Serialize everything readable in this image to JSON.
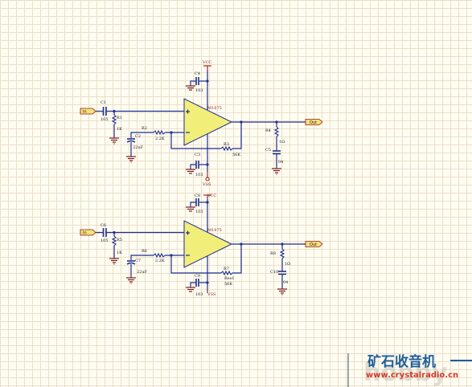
{
  "sheet": {
    "grid_color": "#eadfca",
    "background": "#fffdf2",
    "wire_color": "#1f2f8f",
    "power_color": "#9a1b1b",
    "opamp_fill": "#f2ee7a"
  },
  "circuit_top": {
    "opamp": {
      "label": "M1875"
    },
    "vcc_label": "VCC",
    "vss_label": "VSS",
    "in_port": "In",
    "out_port": "Out",
    "c1": {
      "ref": "C1",
      "value": "105"
    },
    "r1": {
      "ref": "R1",
      "value": "1K"
    },
    "r2": {
      "ref": "R2",
      "value": "2.2K"
    },
    "c2": {
      "ref": "C2",
      "value": "22uF"
    },
    "r3": {
      "ref": "R3",
      "value": "56K"
    },
    "c4": {
      "ref": "C4",
      "value": "103"
    },
    "c3": {
      "ref": "C3",
      "value": "103"
    },
    "r4": {
      "ref": "R4",
      "value": "1Ω"
    },
    "c5": {
      "ref": "C5",
      "value": "04"
    }
  },
  "circuit_bottom": {
    "opamp": {
      "label": "M1875"
    },
    "vcc_label": "VCC",
    "vss_label": "VSS",
    "in_port": "In",
    "out_port": "Out",
    "c6": {
      "ref": "C6",
      "value": "105"
    },
    "r5": {
      "ref": "R5",
      "value": "1K"
    },
    "r6": {
      "ref": "R6",
      "value": "2.2K"
    },
    "c7": {
      "ref": "C7",
      "value": "22uF"
    },
    "r7": {
      "ref": "R7",
      "value": "56K",
      "extra": "Res1"
    },
    "c8": {
      "ref": "C8",
      "value": "103"
    },
    "c9": {
      "ref": "C9",
      "value": "103"
    },
    "r8": {
      "ref": "R8",
      "value": "1Ω"
    },
    "c10": {
      "ref": "C10",
      "value": "04"
    }
  },
  "watermark": {
    "cn_text": "矿石收音机",
    "url_text": "www.crystalradio.cn",
    "faint_text": "hobby"
  }
}
